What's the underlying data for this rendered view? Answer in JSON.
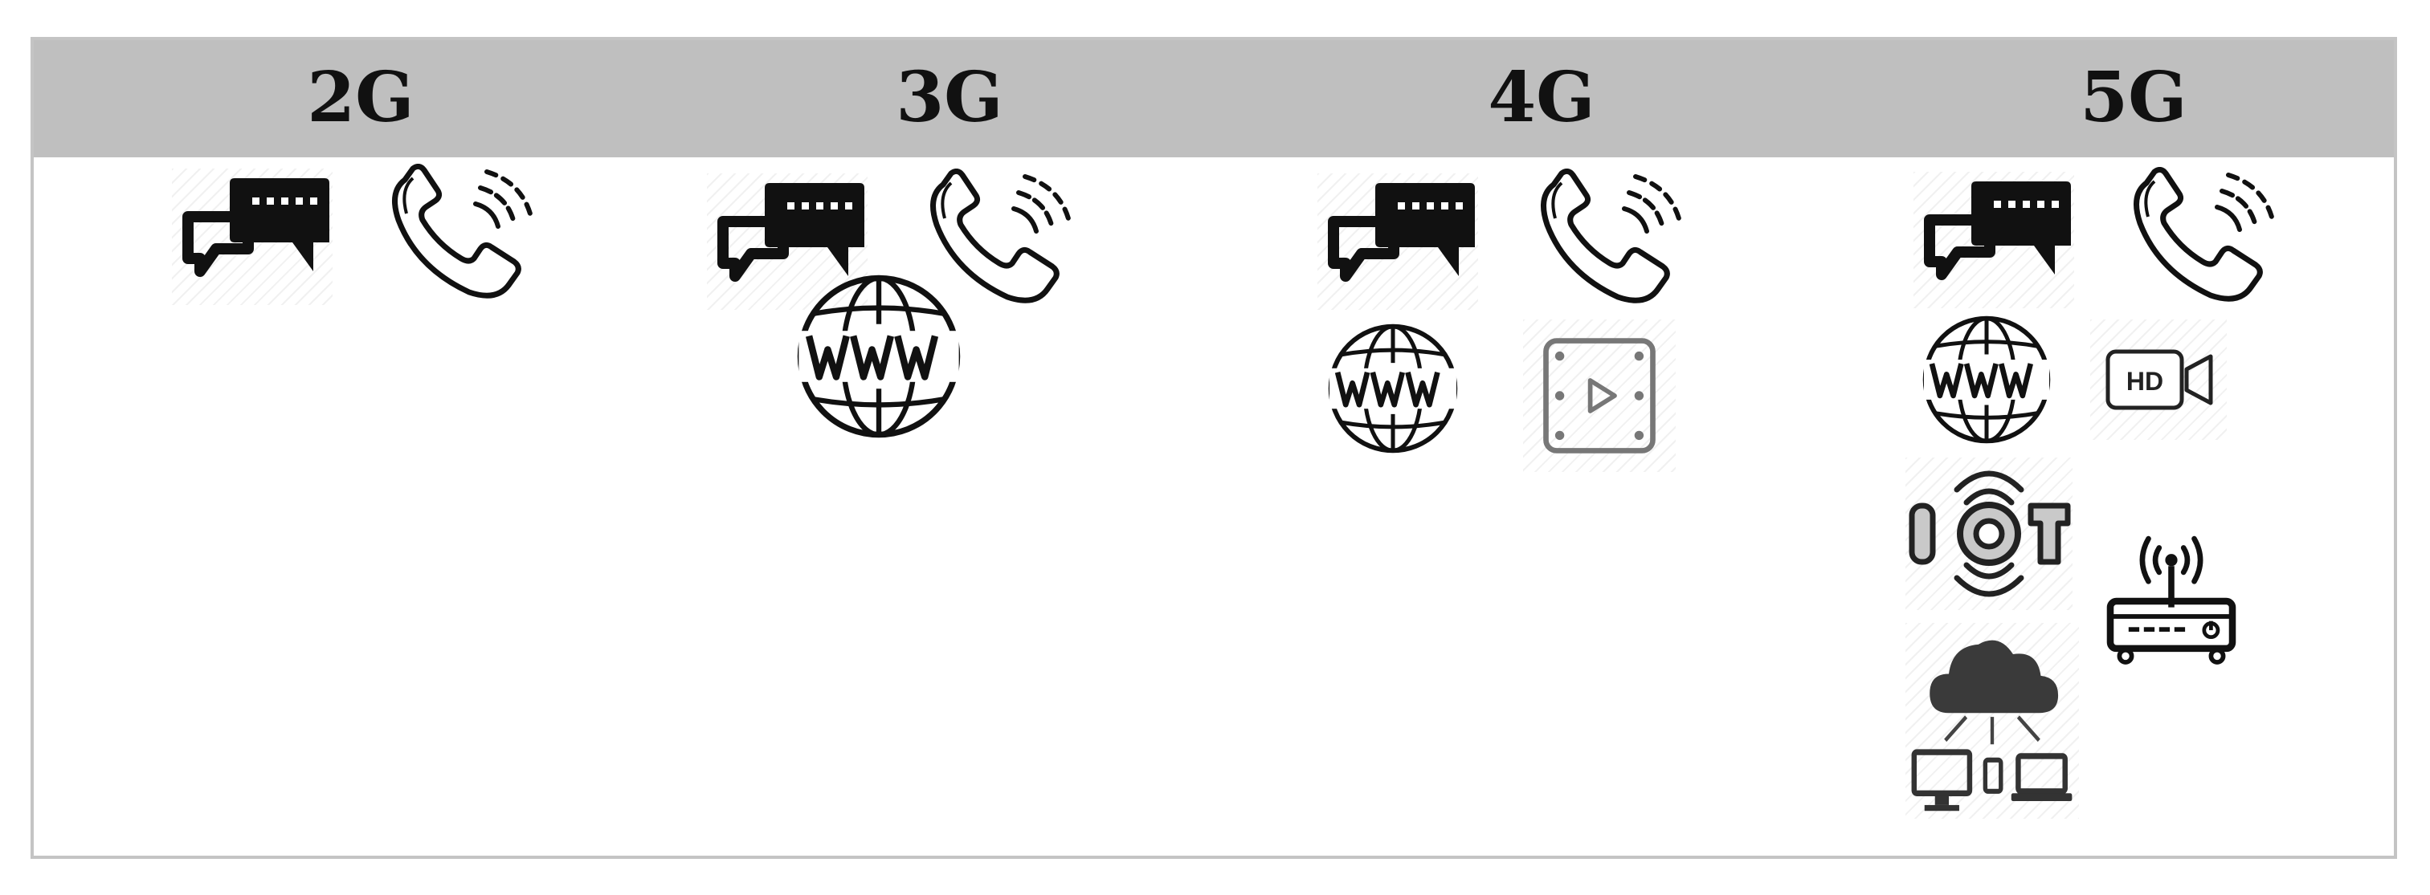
{
  "generations": [
    {
      "label": "2G",
      "icons": [
        "sms-chat-icon",
        "phone-call-icon"
      ]
    },
    {
      "label": "3G",
      "icons": [
        "sms-chat-icon",
        "phone-call-icon",
        "www-globe-icon"
      ]
    },
    {
      "label": "4G",
      "icons": [
        "sms-chat-icon",
        "phone-call-icon",
        "www-globe-icon",
        "video-play-icon"
      ]
    },
    {
      "label": "5G",
      "icons": [
        "sms-chat-icon",
        "phone-call-icon",
        "www-globe-icon",
        "hd-video-camera-icon",
        "iot-icon",
        "wifi-router-icon",
        "cloud-devices-icon"
      ]
    }
  ],
  "icon_texts": {
    "hd": "HD",
    "iot_i": "I",
    "iot_t": "T"
  }
}
